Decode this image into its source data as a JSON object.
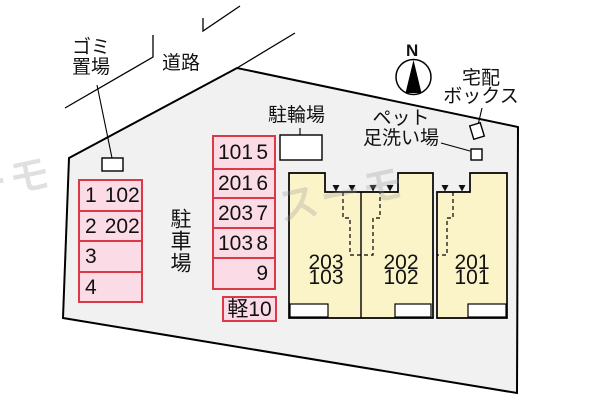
{
  "colors": {
    "site_fill": "#f1f1f1",
    "stall_fill": "#fbdce6",
    "stall_border": "#d93a45",
    "building_fill": "#faf4c8"
  },
  "labels": {
    "north": "N",
    "road": "道路",
    "trash_line1": "ゴミ",
    "trash_line2": "置場",
    "bicycle_parking": "駐輪場",
    "delivery_line1": "宅配",
    "delivery_line2": "ボックス",
    "pet_line1": "ペット",
    "pet_line2": "足洗い場",
    "parking_lot": "駐車場",
    "watermark": "スーモ"
  },
  "parking_left_rows": [
    {
      "space": "1",
      "unit": "102"
    },
    {
      "space": "2",
      "unit": "202"
    },
    {
      "space": "3",
      "unit": ""
    },
    {
      "space": "4",
      "unit": ""
    }
  ],
  "parking_middle_rows": [
    {
      "unit": "101",
      "space": "5"
    },
    {
      "unit": "201",
      "space": "6"
    },
    {
      "unit": "203",
      "space": "7"
    },
    {
      "unit": "103",
      "space": "8"
    },
    {
      "unit": "",
      "space": "9"
    },
    {
      "unit": "軽",
      "space": "10"
    }
  ],
  "building_units": [
    {
      "upper": "203",
      "lower": "103"
    },
    {
      "upper": "202",
      "lower": "102"
    },
    {
      "upper": "201",
      "lower": "101"
    }
  ]
}
